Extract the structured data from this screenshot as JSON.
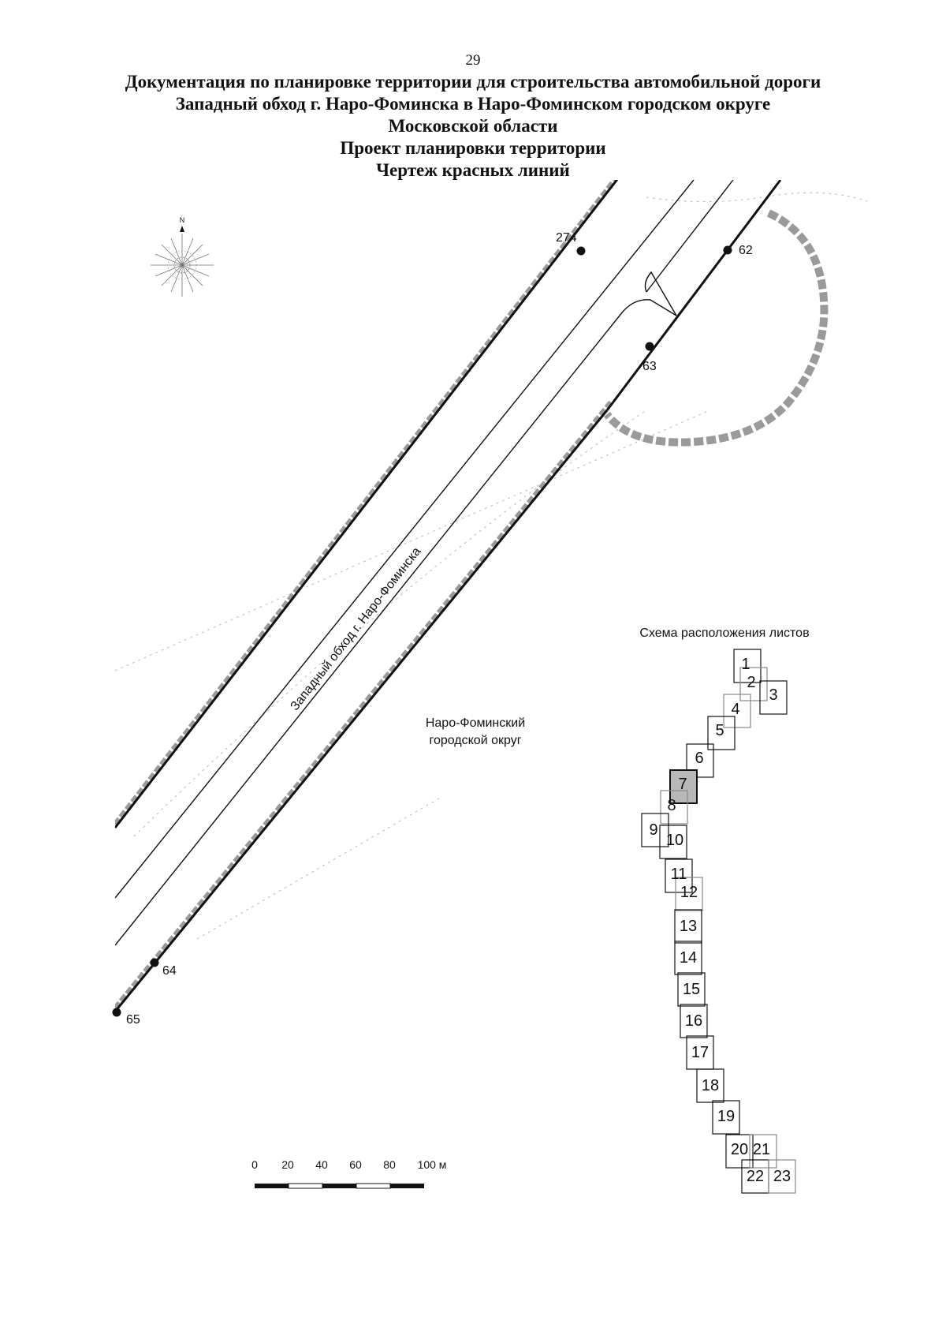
{
  "page_number": "29",
  "header": {
    "line1": "Документация по планировке территории для строительства автомобильной дороги",
    "line2": "Западный обход г. Наро-Фоминска в Наро-Фоминском городском округе",
    "line3": "Московской области",
    "line4": "Проект планировки территории",
    "line5": "Чертеж красных линий"
  },
  "north_arrow": {
    "label": "N"
  },
  "road": {
    "label": "Западный обход г. Наро-Фоминска"
  },
  "area_label": {
    "line1": "Наро-Фоминский",
    "line2": "городской округ"
  },
  "red_line_points": [
    {
      "id": "274",
      "label": "274"
    },
    {
      "id": "62",
      "label": "62"
    },
    {
      "id": "63",
      "label": "63"
    },
    {
      "id": "64",
      "label": "64"
    },
    {
      "id": "65",
      "label": "65"
    }
  ],
  "sheet_scheme": {
    "title": "Схема расположения листов",
    "current_sheet": "7",
    "sheets": [
      "1",
      "2",
      "3",
      "4",
      "5",
      "6",
      "7",
      "8",
      "9",
      "10",
      "11",
      "12",
      "13",
      "14",
      "15",
      "16",
      "17",
      "18",
      "19",
      "20",
      "21",
      "22",
      "23"
    ]
  },
  "scale_bar": {
    "ticks": [
      "0",
      "20",
      "40",
      "60",
      "80",
      "100 м"
    ]
  },
  "colors": {
    "line": "#111111",
    "hatch": "#9a9a9a",
    "current_sheet_fill": "#b8b8b8"
  }
}
